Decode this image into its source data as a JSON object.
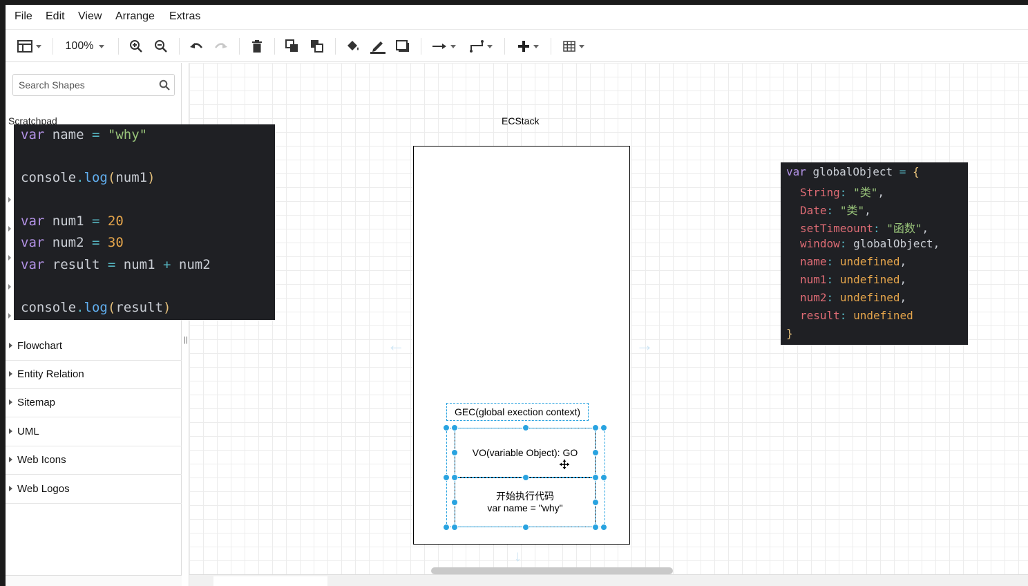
{
  "menubar": {
    "items": [
      "File",
      "Edit",
      "View",
      "Arrange",
      "Extras"
    ]
  },
  "toolbar": {
    "zoom": "100%",
    "icons": [
      "layout-icon",
      "zoom-in-icon",
      "zoom-out-icon",
      "undo-icon",
      "redo-icon",
      "delete-icon",
      "to-front-icon",
      "to-back-icon",
      "fill-color-icon",
      "line-color-icon",
      "shadow-icon",
      "connection-icon",
      "waypoints-icon",
      "insert-icon",
      "table-icon"
    ]
  },
  "sidebar": {
    "search_placeholder": "Search Shapes",
    "scratchpad": "Scratchpad",
    "categories": [
      "Flowchart",
      "Entity Relation",
      "Sitemap",
      "UML",
      "Web Icons",
      "Web Logos"
    ]
  },
  "code_left": {
    "lines": [
      "var name = \"why\"",
      "console.log(num1)",
      "var num1 = 20",
      "var num2 = 30",
      "var result = num1 + num2",
      "console.log(result)"
    ]
  },
  "code_right": {
    "lines": [
      "var globalObject = {",
      "String: \"类\",",
      "Date: \"类\",",
      "setTimeount: \"函数\",",
      "window: globalObject,",
      "name: undefined,",
      "num1: undefined,",
      "num2: undefined,",
      "result: undefined",
      "}"
    ]
  },
  "diagram": {
    "ecstack_label": "ECStack",
    "gec_label": "GEC(global exection context)",
    "vo_label": "VO(variable Object): GO",
    "exec_line1": "开始执行代码",
    "exec_line2": "var name = \"why\""
  },
  "colors": {
    "selection": "#29a3e0",
    "code_bg": "#1f2024",
    "keyword": "#b392e6",
    "string": "#98c379",
    "number": "#e5a54b",
    "function": "#61aeee",
    "property": "#e06c75"
  }
}
